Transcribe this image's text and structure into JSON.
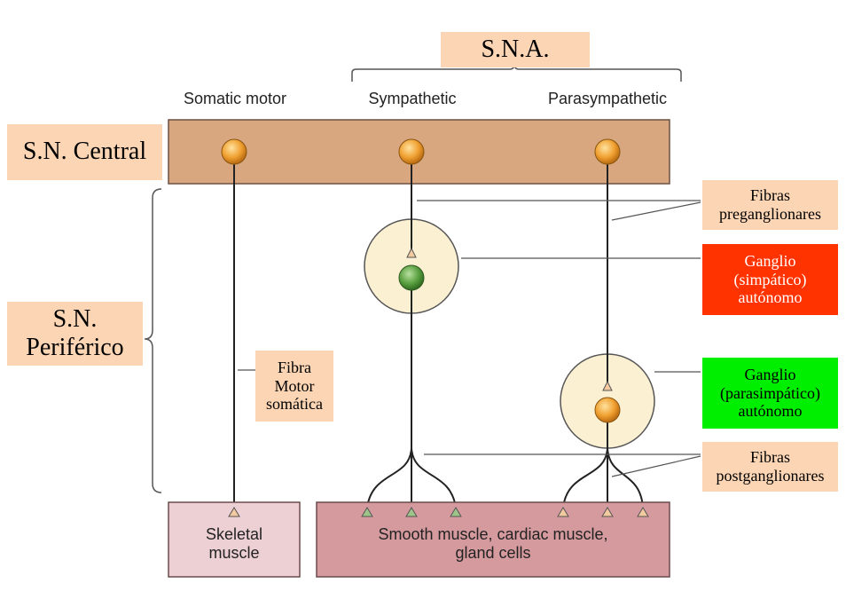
{
  "labels": {
    "sna": "S.N.A.",
    "somatic_motor": "Somatic motor",
    "sympathetic": "Sympathetic",
    "parasympathetic": "Parasympathetic",
    "sn_central": "S.N. Central",
    "sn_periferico_1": "S.N.",
    "sn_periferico_2": "Periférico",
    "fibras_pre_1": "Fibras",
    "fibras_pre_2": "preganglionares",
    "ganglio_simp_1": "Ganglio",
    "ganglio_simp_2": "(simpático)",
    "ganglio_simp_3": "autónomo",
    "fibra_motor_1": "Fibra",
    "fibra_motor_2": "Motor",
    "fibra_motor_3": "somática",
    "ganglio_para_1": "Ganglio",
    "ganglio_para_2": "(parasimpático)",
    "ganglio_para_3": "autónomo",
    "fibras_post_1": "Fibras",
    "fibras_post_2": "postganglionares",
    "skeletal_1": "Skeletal",
    "skeletal_2": "muscle",
    "smooth_1": "Smooth muscle, cardiac muscle,",
    "smooth_2": "gland cells"
  },
  "colors": {
    "cns_band": "#d9a77f",
    "neuron_orange": "#f0a030",
    "neuron_green": "#5aa040",
    "ganglion_fill": "#fbf0d2",
    "skeletal_box": "#ecd0d4",
    "smooth_box": "#d59a9e",
    "peach_label": "#fcd5b4",
    "red_label": "#ff3300",
    "green_label": "#00ee00"
  }
}
